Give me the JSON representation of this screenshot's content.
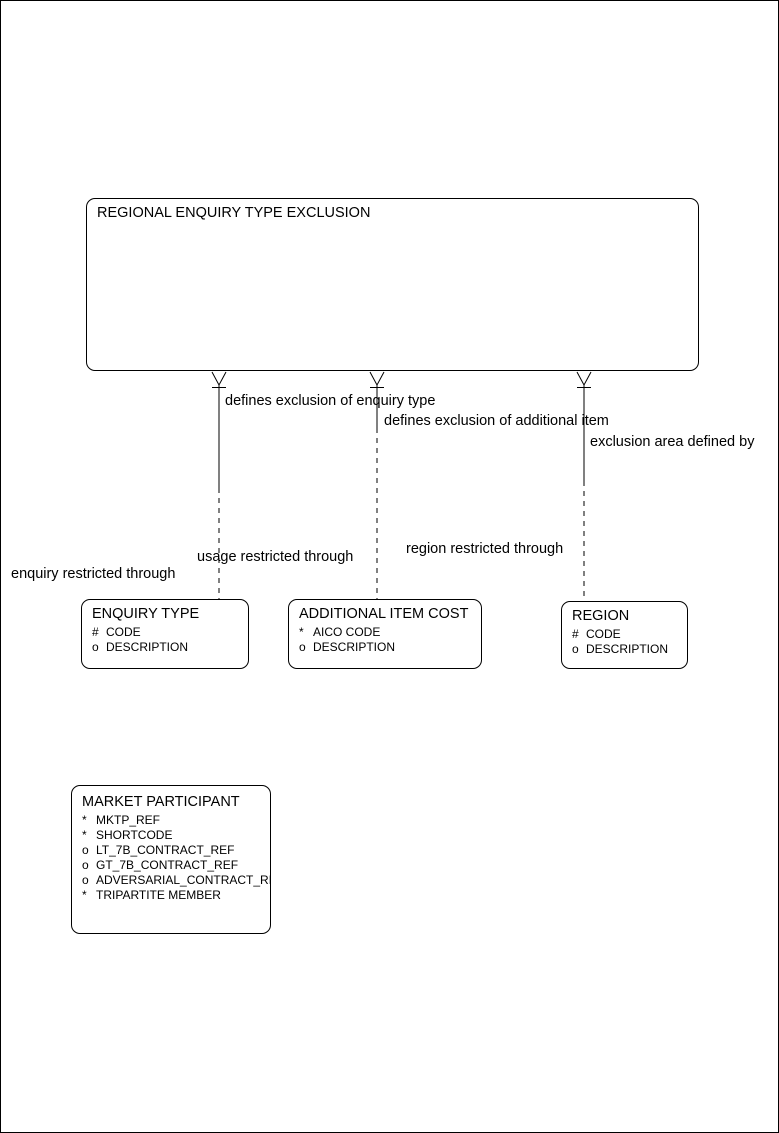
{
  "colors": {
    "ink": "#000000",
    "background": "#ffffff"
  },
  "root_entity": {
    "title": "REGIONAL ENQUIRY TYPE EXCLUSION"
  },
  "relationships": [
    {
      "from_label": "defines exclusion of enquiry type",
      "to_label": "enquiry restricted through"
    },
    {
      "from_label": "defines exclusion of additional item",
      "to_label": "usage restricted through"
    },
    {
      "from_label": "exclusion area defined by",
      "to_label": "region restricted through"
    }
  ],
  "entities": {
    "enquiry_type": {
      "title": "ENQUIRY TYPE",
      "attributes": [
        {
          "prefix": "#",
          "name": "CODE"
        },
        {
          "prefix": "o",
          "name": "DESCRIPTION"
        }
      ]
    },
    "additional_item_cost": {
      "title": "ADDITIONAL ITEM COST",
      "attributes": [
        {
          "prefix": "*",
          "name": "AICO CODE"
        },
        {
          "prefix": "o",
          "name": "DESCRIPTION"
        }
      ]
    },
    "region": {
      "title": "REGION",
      "attributes": [
        {
          "prefix": "#",
          "name": "CODE"
        },
        {
          "prefix": "o",
          "name": "DESCRIPTION"
        }
      ]
    },
    "market_participant": {
      "title": "MARKET PARTICIPANT",
      "attributes": [
        {
          "prefix": "*",
          "name": "MKTP_REF"
        },
        {
          "prefix": "*",
          "name": "SHORTCODE"
        },
        {
          "prefix": "o",
          "name": "LT_7B_CONTRACT_REF"
        },
        {
          "prefix": "o",
          "name": "GT_7B_CONTRACT_REF"
        },
        {
          "prefix": "o",
          "name": "ADVERSARIAL_CONTRACT_REF"
        },
        {
          "prefix": "*",
          "name": "TRIPARTITE MEMBER"
        }
      ]
    }
  }
}
